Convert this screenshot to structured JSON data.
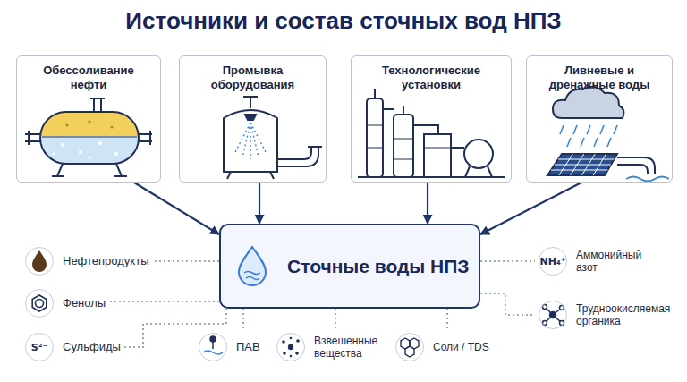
{
  "diagram": {
    "title": "Источники и состав сточных вод НПЗ",
    "nodes": [
      {
        "text": [
          "Обессоливание нефти"
        ]
      },
      {
        "text": [
          "Промывка оборудования"
        ]
      },
      {
        "text": [
          "Технологические установки"
        ]
      },
      {
        "text": [
          "Ливневые и дренажные воды"
        ]
      },
      {
        "text": [
          "Сточные воды НПЗ"
        ]
      },
      {
        "text": [
          "Нефтепродукты"
        ]
      },
      {
        "text": [
          "Фенолы"
        ]
      },
      {
        "text": [
          "S²⁻",
          "Сульфиды"
        ]
      },
      {
        "text": [
          "ПАВ"
        ]
      },
      {
        "text": [
          "Взвешенные вещества"
        ]
      },
      {
        "text": [
          "Соли / TDS"
        ]
      },
      {
        "text": [
          "NH₄⁺",
          "Аммонийный азот"
        ]
      },
      {
        "text": [
          "Трудноокисляемая органика"
        ]
      }
    ],
    "edges": [
      {
        "from": 0,
        "to": 4,
        "arrow": "to"
      },
      {
        "from": 1,
        "to": 4,
        "arrow": "to"
      },
      {
        "from": 2,
        "to": 4,
        "arrow": "to"
      },
      {
        "from": 3,
        "to": 4,
        "arrow": "to"
      },
      {
        "from": 4,
        "to": 5,
        "arrow": "none"
      },
      {
        "from": 4,
        "to": 6,
        "arrow": "none"
      },
      {
        "from": 4,
        "to": 7,
        "arrow": "none"
      },
      {
        "from": 4,
        "to": 8,
        "arrow": "none"
      },
      {
        "from": 4,
        "to": 9,
        "arrow": "none"
      },
      {
        "from": 4,
        "to": 10,
        "arrow": "none"
      },
      {
        "from": 4,
        "to": 11,
        "arrow": "none"
      },
      {
        "from": 4,
        "to": 12,
        "arrow": "none"
      }
    ]
  }
}
